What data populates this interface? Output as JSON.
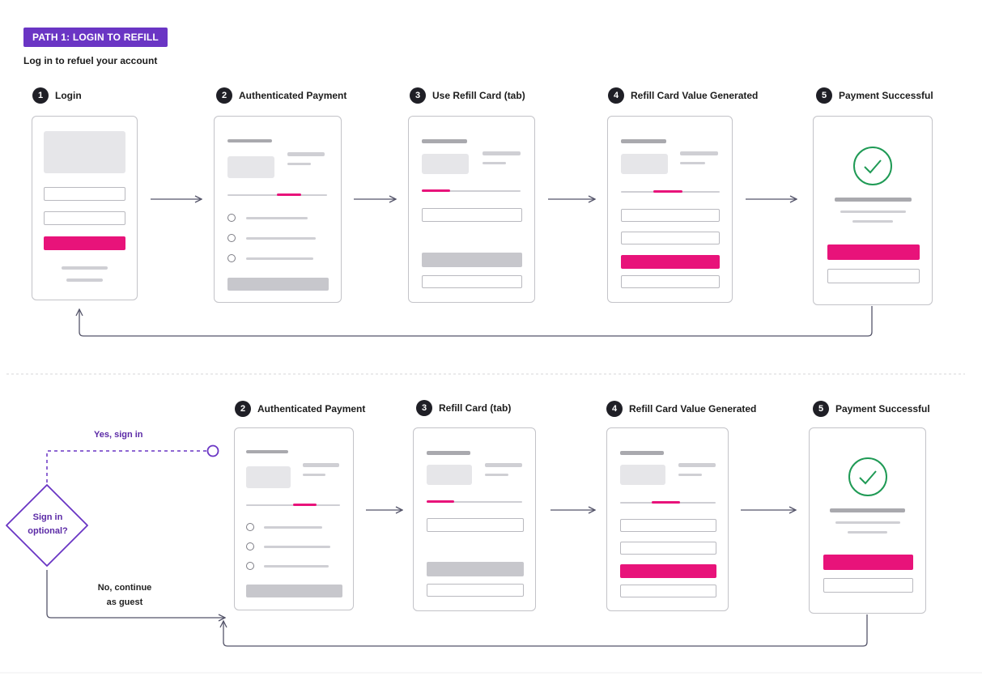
{
  "header": {
    "badge": "PATH 1: LOGIN TO REFILL",
    "subtitle": "Log in to refuel your account"
  },
  "path1": {
    "steps": [
      {
        "num": "1",
        "label": "Login"
      },
      {
        "num": "2",
        "label": "Authenticated Payment"
      },
      {
        "num": "3",
        "label": "Use Refill Card (tab)"
      },
      {
        "num": "4",
        "label": "Refill Card Value Generated"
      },
      {
        "num": "5",
        "label": "Payment Successful"
      }
    ]
  },
  "path2": {
    "steps": [
      {
        "num": "2",
        "label": "Authenticated Payment"
      },
      {
        "num": "3",
        "label": "Refill Card (tab)"
      },
      {
        "num": "4",
        "label": "Refill Card Value Generated"
      },
      {
        "num": "5",
        "label": "Payment Successful"
      }
    ],
    "decision": {
      "line1": "Sign in",
      "line2": "optional?"
    },
    "yes_label": "Yes, sign in",
    "no_label_line1": "No, continue",
    "no_label_line2": "as guest"
  },
  "colors": {
    "accent_purple": "#6a35c4",
    "cta_pink": "#e8137a",
    "success_green": "#1f9a55",
    "connector": "#55556a"
  }
}
